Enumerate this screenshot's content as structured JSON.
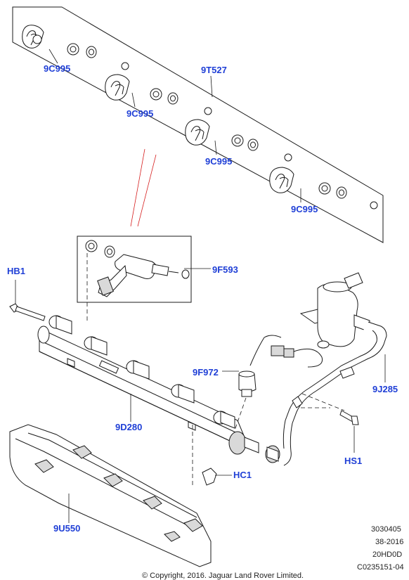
{
  "callouts": {
    "9C995_a": "9C995",
    "9C995_b": "9C995",
    "9C995_c": "9C995",
    "9C995_d": "9C995",
    "9T527": "9T527",
    "9F593": "9F593",
    "HB1": "HB1",
    "9F972": "9F972",
    "9J285": "9J285",
    "9D280": "9D280",
    "HC1": "HC1",
    "HS1": "HS1",
    "9U550": "9U550"
  },
  "reference_block": {
    "line1": "3030405",
    "line2": "38-2016",
    "line3": "20HD0D",
    "line4": "C0235151-04"
  },
  "copyright": "© Copyright, 2016. Jaguar Land Rover Limited.",
  "colors": {
    "callout_text": "#1f3fd6",
    "line_art": "#1a1a1a",
    "leader_red": "#d62020"
  }
}
